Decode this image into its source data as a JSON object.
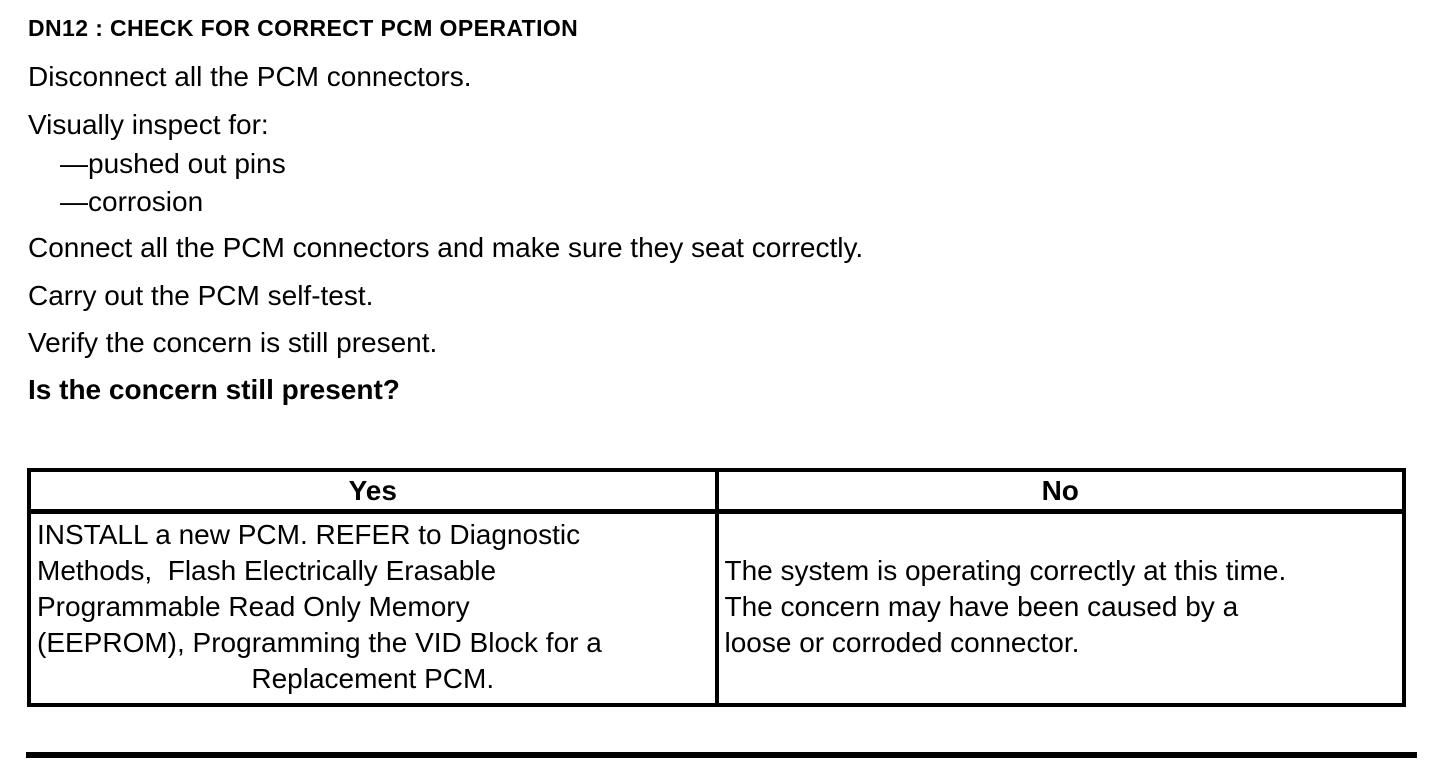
{
  "doc": {
    "heading": "DN12 : CHECK FOR CORRECT PCM OPERATION",
    "instructions": {
      "p1": "Disconnect all the PCM connectors.",
      "p2": "Visually inspect for:",
      "inspect_items": [
        "—pushed out pins",
        "—corrosion"
      ],
      "p3": "Connect all the PCM connectors and make sure they seat correctly.",
      "p4": "Carry out the PCM self-test.",
      "p5": "Verify the concern is still present.",
      "question": "Is the concern still present?"
    },
    "decision_table": {
      "yes_header": "Yes",
      "no_header": "No",
      "yes_lines": [
        "INSTALL a new PCM. REFER to Diagnostic",
        "Methods,  Flash Electrically Erasable",
        "Programmable Read Only Memory",
        "(EEPROM), Programming the VID Block for a",
        "Replacement PCM."
      ],
      "no_lines": [
        "The system is operating correctly at this time.",
        "The concern may have been caused by a",
        "loose or corroded connector."
      ]
    },
    "colors": {
      "text": "#000000",
      "background": "#ffffff",
      "table_border": "#000000"
    }
  }
}
